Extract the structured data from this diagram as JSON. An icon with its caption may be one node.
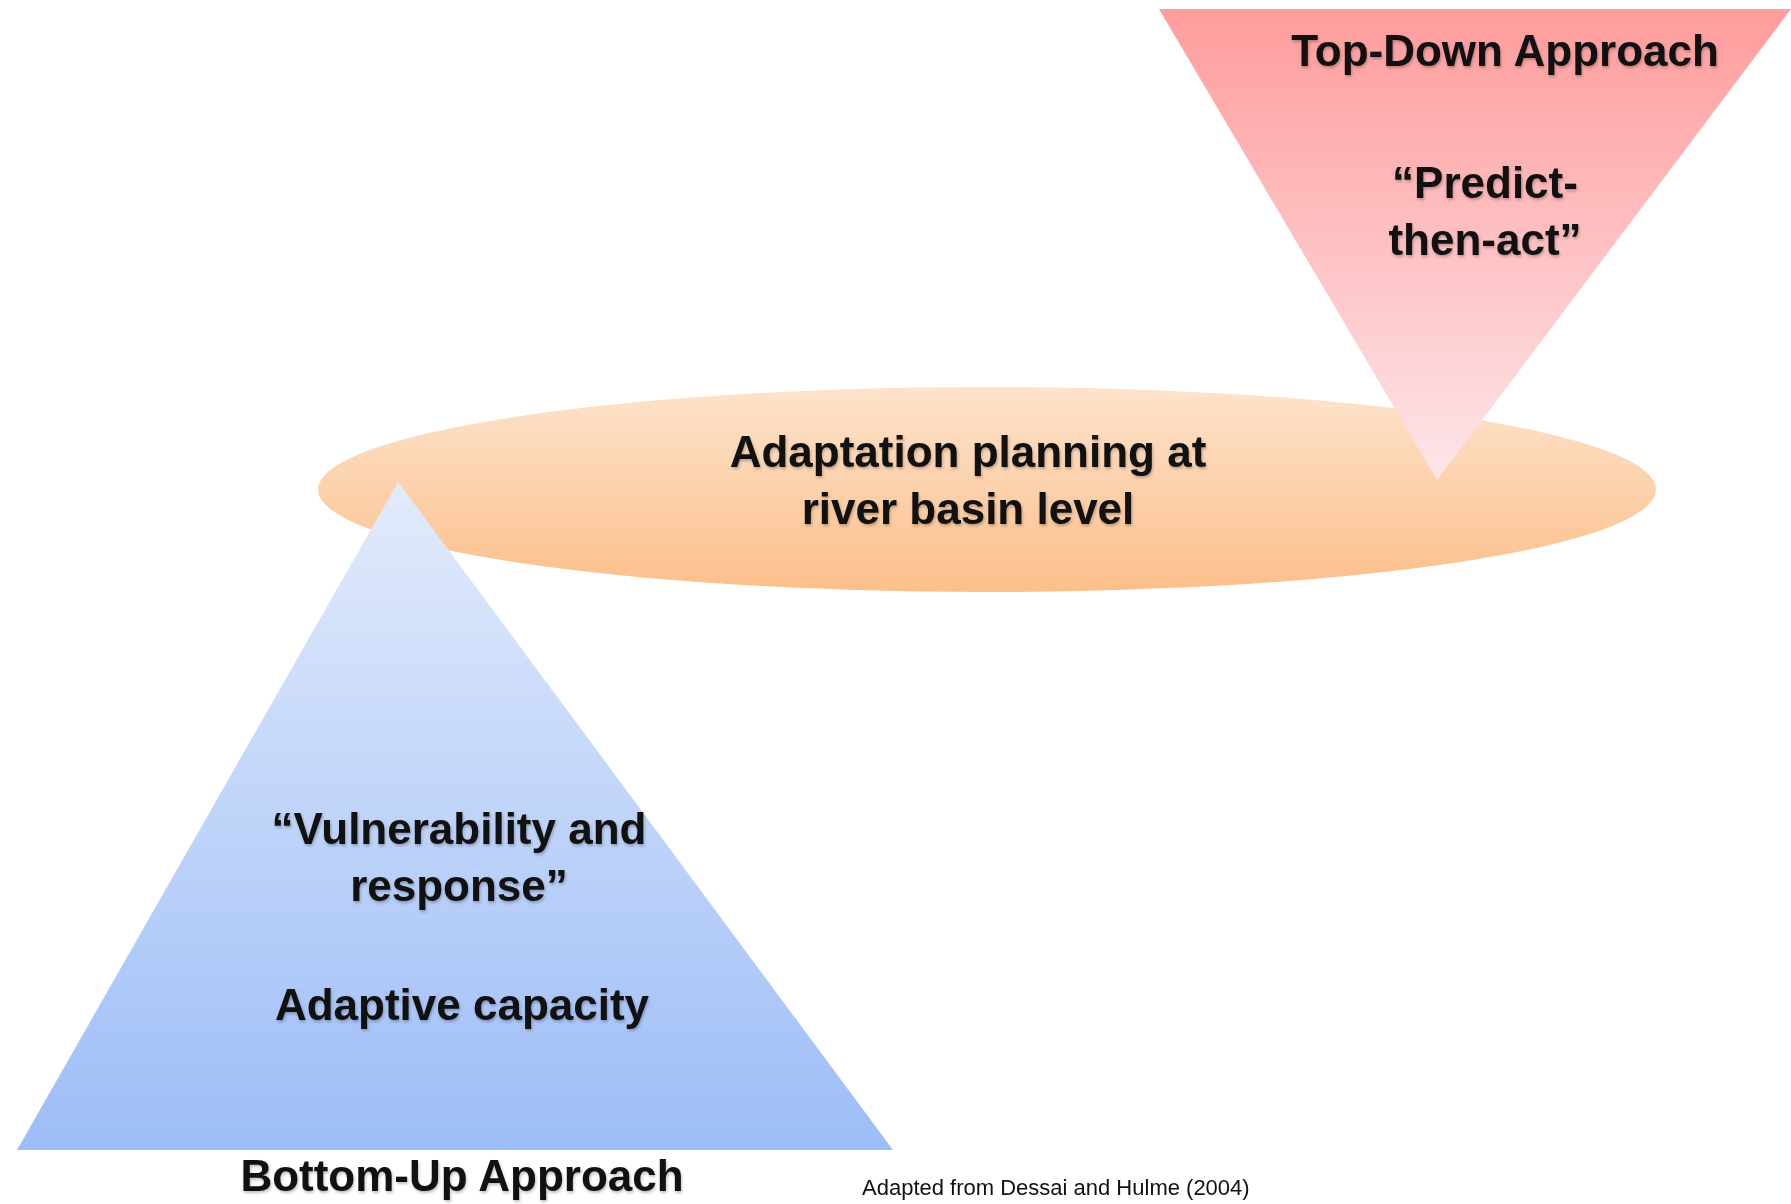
{
  "diagram": {
    "caption": "Adapted from Dessai and Hulme (2004)",
    "nodes": [
      {
        "text": [
          "Top-Down Approach",
          "“Predict-then-act”"
        ]
      },
      {
        "text": [
          "Adaptation planning at river basin level"
        ]
      },
      {
        "text": [
          "“Vulnerability and response”",
          "Adaptive capacity",
          "Bottom-Up Approach"
        ]
      }
    ]
  }
}
